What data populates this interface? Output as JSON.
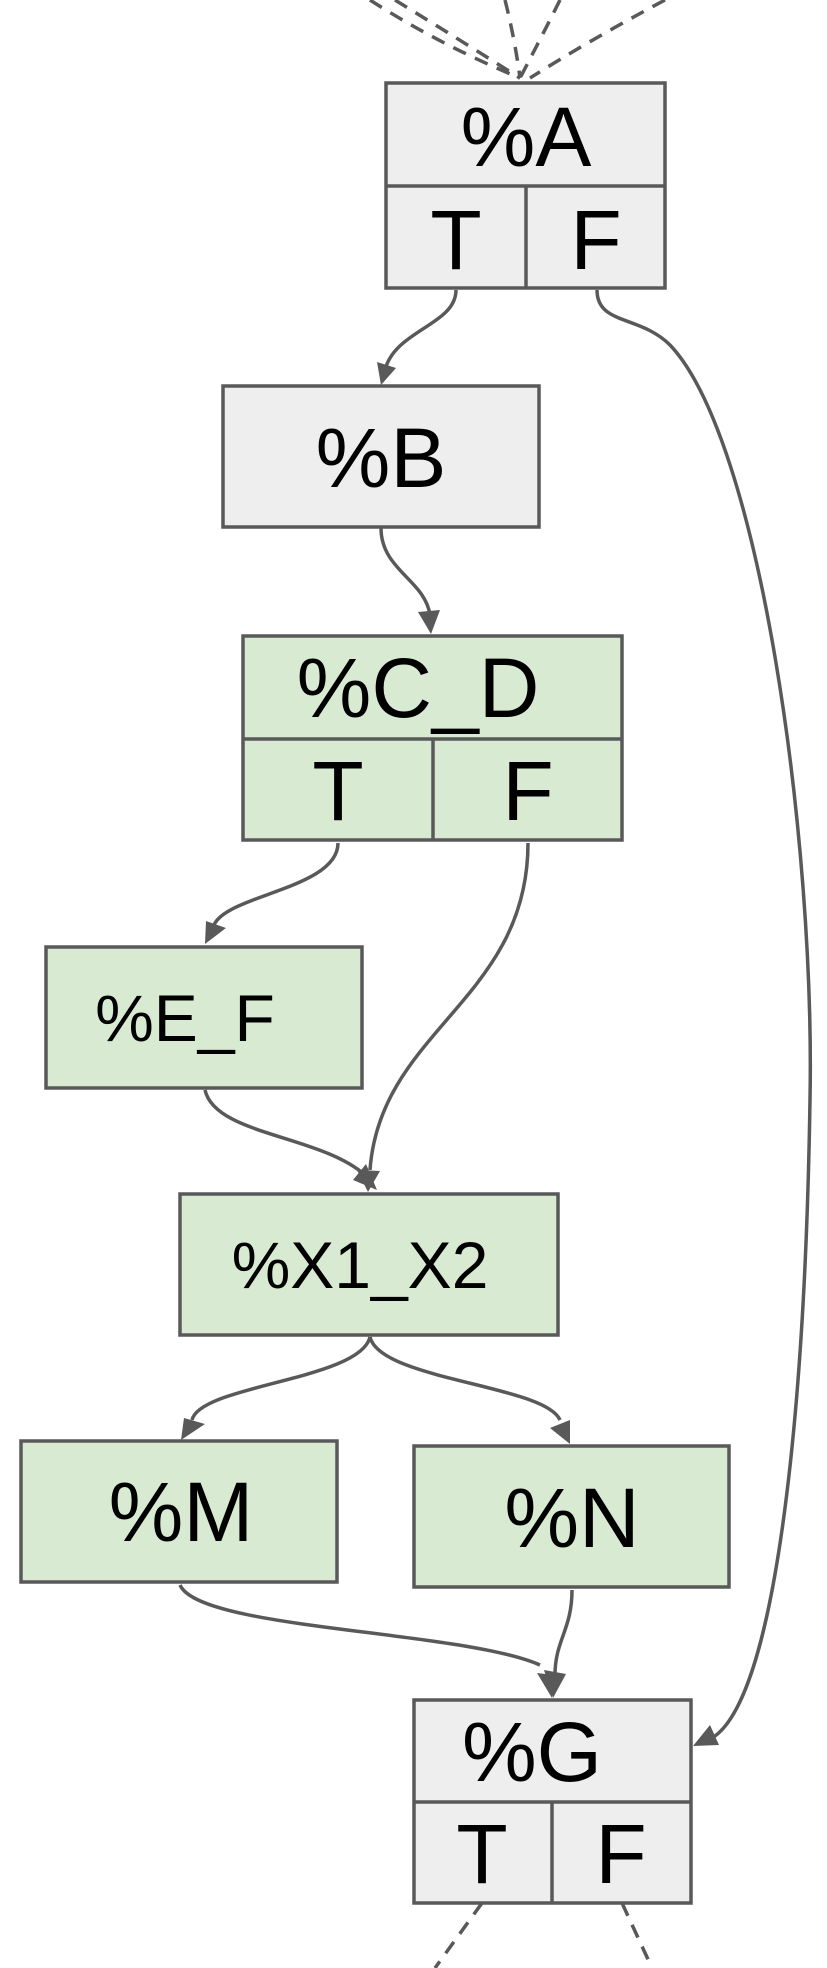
{
  "colors": {
    "plain_fill": "#eeeeee",
    "merged_fill": "#d9ead3",
    "stroke": "#595959",
    "text": "#000000"
  },
  "nodes": {
    "A": {
      "label": "%A",
      "true_port": "T",
      "false_port": "F",
      "fill": "plain"
    },
    "B": {
      "label": "%B",
      "fill": "plain"
    },
    "C_D": {
      "label": "%C_D",
      "true_port": "T",
      "false_port": "F",
      "fill": "merged"
    },
    "E_F": {
      "label": "%E_F",
      "fill": "merged"
    },
    "X1_X2": {
      "label": "%X1_X2",
      "fill": "merged"
    },
    "M": {
      "label": "%M",
      "fill": "merged"
    },
    "N": {
      "label": "%N",
      "fill": "merged"
    },
    "G": {
      "label": "%G",
      "true_port": "T",
      "false_port": "F",
      "fill": "plain"
    }
  },
  "edges": [
    {
      "from": "incoming",
      "to": "A",
      "style": "dashed"
    },
    {
      "from": "A.T",
      "to": "B"
    },
    {
      "from": "A.F",
      "to": "G"
    },
    {
      "from": "B",
      "to": "C_D"
    },
    {
      "from": "C_D.T",
      "to": "E_F"
    },
    {
      "from": "C_D.F",
      "to": "X1_X2"
    },
    {
      "from": "E_F",
      "to": "X1_X2"
    },
    {
      "from": "X1_X2",
      "to": "M"
    },
    {
      "from": "X1_X2",
      "to": "N"
    },
    {
      "from": "M",
      "to": "G"
    },
    {
      "from": "N",
      "to": "G"
    },
    {
      "from": "G",
      "to": "outgoing",
      "style": "dashed"
    }
  ]
}
